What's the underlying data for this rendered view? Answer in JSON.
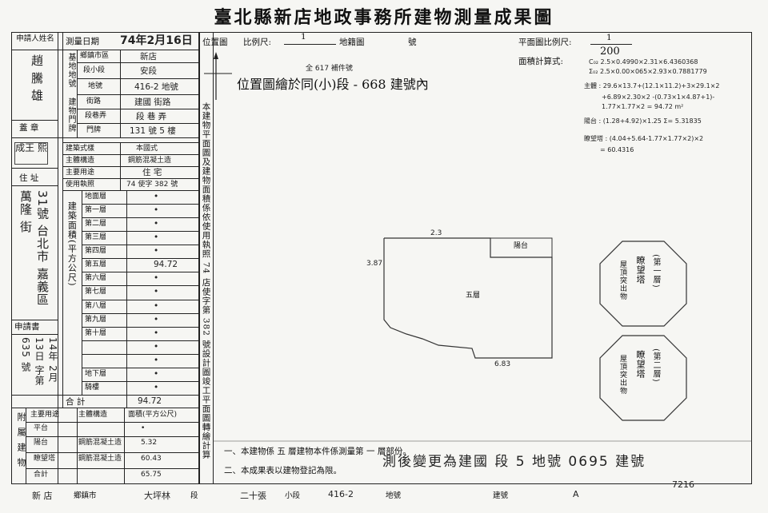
{
  "title": "臺北縣新店地政事務所建物測量成果圖",
  "left_table": {
    "applicant_label": "申請人姓名",
    "applicant_name": "趙 騰 雄",
    "seal_label": "蓋 章",
    "seal_text": "成王 熙",
    "address_label": "住 址",
    "address_text": "31號 台北市 嘉義區 萬隆 街",
    "application_label": "申請書",
    "application_text": "14年 2月 13日 字第 635 號",
    "survey_date_label": "測量日期",
    "survey_date_value": "74年2月16日",
    "base_label": "基地地號",
    "town_label": "鄉鎮市區",
    "town_value": "新店",
    "section_label": "段小段",
    "section_value": "安段",
    "lot_label": "地號",
    "lot_value": "416-2 地號",
    "door_label": "建物門牌",
    "street_label": "街路",
    "street_value": "建國 街路",
    "lane_label": "段巷弄",
    "lane_value": "段 巷 弄",
    "number_label": "門牌",
    "number_value": "131 號 5 樓",
    "style_label": "建築式樣",
    "style_value": "本國式",
    "structure_label": "主體構造",
    "structure_value": "鋼筋混凝土造",
    "use_label": "主要用途",
    "use_value": "住 宅",
    "permit_label": "使用執照",
    "permit_value": "74 使字 382 號",
    "area_label": "建築面積(平方公尺)",
    "floors": [
      {
        "name": "地面層",
        "value": "•"
      },
      {
        "name": "第一層",
        "value": "•"
      },
      {
        "name": "第二層",
        "value": "•"
      },
      {
        "name": "第三層",
        "value": "•"
      },
      {
        "name": "第四層",
        "value": "•"
      },
      {
        "name": "第五層",
        "value": "94.72"
      },
      {
        "name": "第六層",
        "value": "•"
      },
      {
        "name": "第七層",
        "value": "•"
      },
      {
        "name": "第八層",
        "value": "•"
      },
      {
        "name": "第九層",
        "value": "•"
      },
      {
        "name": "第十層",
        "value": "•"
      },
      {
        "name": "",
        "value": "•"
      },
      {
        "name": "",
        "value": "•"
      },
      {
        "name": "地下層",
        "value": "•"
      },
      {
        "name": "騎樓",
        "value": "•"
      }
    ],
    "total_label": "合 計",
    "total_value": "94.72",
    "annex_label": "附屬建物",
    "annex_head_use": "主要用途",
    "annex_head_struct": "主體構造",
    "annex_head_area": "面積(平方公尺)",
    "annex_rows": [
      {
        "use": "平台",
        "struct": "",
        "area": "•"
      },
      {
        "use": "陽台",
        "struct": "鋼筋混凝土造",
        "area": "5.32"
      },
      {
        "use": "瞭望塔",
        "struct": "鋼筋混凝土造",
        "area": "60.43"
      },
      {
        "use": "合計",
        "struct": "",
        "area": "65.75"
      }
    ]
  },
  "middle_column": {
    "location_label": "位置圖",
    "vertical_note": "本建物平面圖及建物面積係依使用執照 74 店使字第 382 號設計圖竣工平面圖轉繪計算"
  },
  "header_row": {
    "scale_label": "比例尺:",
    "scale_value": "1",
    "cadastral_label": "地籍圖",
    "number_label": "號",
    "plan_scale_label": "平面圖比例尺:",
    "plan_scale_num": "1",
    "plan_scale_den": "200",
    "area_calc_label": "面積計算式:"
  },
  "location_note": "位置圖繪於同(小)段 - 668 建號內",
  "location_handwritten": "全 617 補件號",
  "calc_lines": [
    "C₀₂ 2.5×0.4990×2.31×6.4360368",
    "Σ₀₂ 2.5×0.00×065×2.93×0.7881779",
    "主體 : 29.6×13.7+(12.1×11.2)+3×29.1×2",
    "+6.89×2.30×2 -(0.73×1×4.87+1)-",
    "1.77×1.77×2 = 94.72 m²",
    "陽台 : (1.28+4.92)×1.25 Σ= 5.31835",
    "瞭望塔 : (4.04+5.64-1.77×1.77×2)×2",
    "= 60.4316"
  ],
  "plan": {
    "floor_label": "五層",
    "balcony_label": "陽台",
    "dim_top": "2.3",
    "dim_left": "3.87",
    "dim_bottom": "6.83",
    "tower_label": "瞭望塔",
    "tower_side_label": "屋頂突出物",
    "tower1_floor": "(第一層)",
    "tower2_floor": "(第二層)"
  },
  "notes": {
    "note1": "一、本建物係 五 層建物本件係測量第 一 層部份。",
    "note2": "二、本成果表以建物登記為限。",
    "change_note": "測後變更為建國 段 5 地號 0695 建號"
  },
  "bottom_row": {
    "town": "新 店",
    "town_label": "鄉鎮市",
    "section": "大坪林",
    "section_label": "段",
    "subsection": "二十張",
    "subsection_label": "小段",
    "lot": "416-2",
    "lot_label": "地號",
    "building_label": "建號",
    "building_value": "A",
    "extra": "7216"
  }
}
